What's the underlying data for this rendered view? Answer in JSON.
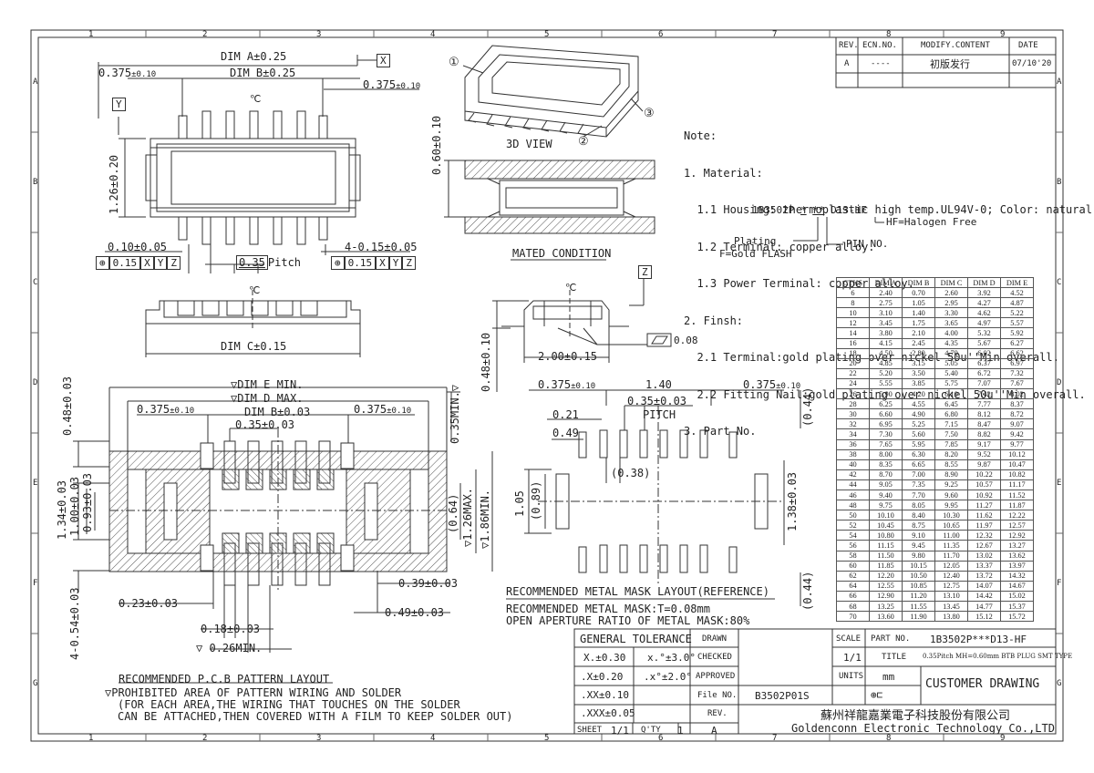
{
  "frame": {
    "cols_top": [
      "1",
      "2",
      "3",
      "4",
      "5",
      "6",
      "7",
      "8",
      "9"
    ],
    "rows_left": [
      "A",
      "B",
      "C",
      "D",
      "E",
      "F",
      "G"
    ]
  },
  "revision": {
    "headers": [
      "REV.",
      "ECN.NO.",
      "MODIFY.CONTENT",
      "DATE"
    ],
    "row": [
      "A",
      "----",
      "初版发行",
      "07/10'20"
    ]
  },
  "top_view": {
    "dim_a": "DIM A±0.25",
    "dim_b": "DIM B±0.25",
    "x_datum": "X",
    "y_datum": "Y",
    "left_offset": "0.375",
    "left_offset_tol": "±0.10",
    "right_offset": "0.375",
    "right_offset_tol": "±0.10",
    "height": "1.26±0.20",
    "cl": "℃",
    "terminal_width": "0.10±0.05",
    "nail_width": "4-0.15±0.05",
    "pitch_val": "0.35",
    "pitch_txt": "Pitch",
    "gdt_left": [
      "⊕",
      "0.15",
      "X",
      "Y",
      "Z"
    ],
    "gdt_right": [
      "⊕",
      "0.15",
      "X",
      "Y",
      "Z"
    ]
  },
  "side_view": {
    "dim_c": "DIM C±0.15",
    "cl": "℃"
  },
  "iso_view": {
    "label": "3D VIEW",
    "callouts": [
      "①",
      "②",
      "③"
    ]
  },
  "mated": {
    "label": "MATED CONDITION",
    "height": "0.60±0.10"
  },
  "end_view": {
    "cl": "℃",
    "z_datum": "Z",
    "width": "2.00±0.15",
    "flatness_val": "0.08",
    "height": "0.48±0.10"
  },
  "notes": [
    "Note:",
    "1. Material:",
    "  1.1 Housing: thermoplastic high temp.UL94V-0; Color: natural.",
    "  1.2 Terminal: copper alloy.",
    "  1.3 Power Terminal: copper alloy.",
    "2. Finsh:",
    "  2.1 Terminal:gold plating over nickel 50u''Min overall.",
    "  2.2 Fitting Nail:gold plating over nickel 50u''Min overall.",
    "3. Part No."
  ],
  "part_no": {
    "prefix": "1B3502P",
    "star1": "*",
    "star2": "**",
    "suffix": "D13-HF",
    "hf": "HF=Halogen Free",
    "pin": "PIN NO.",
    "plating": "Plating",
    "gold": "F=Gold FLASH"
  },
  "dim_table": {
    "headers": [
      "CTKS",
      "DIM A",
      "DIM B",
      "DIM C",
      "DIM D",
      "DIM E"
    ],
    "rows": [
      [
        "6",
        "2.40",
        "0.70",
        "2.60",
        "3.92",
        "4.52"
      ],
      [
        "8",
        "2.75",
        "1.05",
        "2.95",
        "4.27",
        "4.87"
      ],
      [
        "10",
        "3.10",
        "1.40",
        "3.30",
        "4.62",
        "5.22"
      ],
      [
        "12",
        "3.45",
        "1.75",
        "3.65",
        "4.97",
        "5.57"
      ],
      [
        "14",
        "3.80",
        "2.10",
        "4.00",
        "5.32",
        "5.92"
      ],
      [
        "16",
        "4.15",
        "2.45",
        "4.35",
        "5.67",
        "6.27"
      ],
      [
        "18",
        "4.50",
        "2.80",
        "4.70",
        "6.02",
        "6.62"
      ],
      [
        "20",
        "4.85",
        "3.15",
        "5.05",
        "6.37",
        "6.97"
      ],
      [
        "22",
        "5.20",
        "3.50",
        "5.40",
        "6.72",
        "7.32"
      ],
      [
        "24",
        "5.55",
        "3.85",
        "5.75",
        "7.07",
        "7.67"
      ],
      [
        "26",
        "5.90",
        "4.20",
        "6.10",
        "7.42",
        "8.02"
      ],
      [
        "28",
        "6.25",
        "4.55",
        "6.45",
        "7.77",
        "8.37"
      ],
      [
        "30",
        "6.60",
        "4.90",
        "6.80",
        "8.12",
        "8.72"
      ],
      [
        "32",
        "6.95",
        "5.25",
        "7.15",
        "8.47",
        "9.07"
      ],
      [
        "34",
        "7.30",
        "5.60",
        "7.50",
        "8.82",
        "9.42"
      ],
      [
        "36",
        "7.65",
        "5.95",
        "7.85",
        "9.17",
        "9.77"
      ],
      [
        "38",
        "8.00",
        "6.30",
        "8.20",
        "9.52",
        "10.12"
      ],
      [
        "40",
        "8.35",
        "6.65",
        "8.55",
        "9.87",
        "10.47"
      ],
      [
        "42",
        "8.70",
        "7.00",
        "8.90",
        "10.22",
        "10.82"
      ],
      [
        "44",
        "9.05",
        "7.35",
        "9.25",
        "10.57",
        "11.17"
      ],
      [
        "46",
        "9.40",
        "7.70",
        "9.60",
        "10.92",
        "11.52"
      ],
      [
        "48",
        "9.75",
        "8.05",
        "9.95",
        "11.27",
        "11.87"
      ],
      [
        "50",
        "10.10",
        "8.40",
        "10.30",
        "11.62",
        "12.22"
      ],
      [
        "52",
        "10.45",
        "8.75",
        "10.65",
        "11.97",
        "12.57"
      ],
      [
        "54",
        "10.80",
        "9.10",
        "11.00",
        "12.32",
        "12.92"
      ],
      [
        "56",
        "11.15",
        "9.45",
        "11.35",
        "12.67",
        "13.27"
      ],
      [
        "58",
        "11.50",
        "9.80",
        "11.70",
        "13.02",
        "13.62"
      ],
      [
        "60",
        "11.85",
        "10.15",
        "12.05",
        "13.37",
        "13.97"
      ],
      [
        "62",
        "12.20",
        "10.50",
        "12.40",
        "13.72",
        "14.32"
      ],
      [
        "64",
        "12.55",
        "10.85",
        "12.75",
        "14.07",
        "14.67"
      ],
      [
        "66",
        "12.90",
        "11.20",
        "13.10",
        "14.42",
        "15.02"
      ],
      [
        "68",
        "13.25",
        "11.55",
        "13.45",
        "14.77",
        "15.37"
      ],
      [
        "70",
        "13.60",
        "11.90",
        "13.80",
        "15.12",
        "15.72"
      ]
    ]
  },
  "pcb": {
    "dim_e": "DIM E MIN.",
    "dim_d": "DIM D MAX.",
    "dim_b": "DIM B±0.03",
    "left_off": "0.375",
    "left_off_tol": "±0.10",
    "right_off": "0.375",
    "right_off_tol": "±0.10",
    "pitch": "0.35±0.03",
    "v048": "0.48±0.03",
    "v134": "1.34±0.03",
    "v100": "1.00±0.03",
    "v093": "0.93±0.03",
    "v054": "4-0.54±0.03",
    "v035min": "0.35MIN.",
    "v064": "(0.64)",
    "v126max": "1.26MAX.",
    "v186min": "1.86MIN.",
    "h039": "0.39±0.03",
    "h049": "0.49±0.03",
    "h023": "0.23±0.03",
    "h018": "0.18±0.03",
    "h026": "0.26MIN.",
    "title": "RECOMMENDED P.C.B PATTERN LAYOUT",
    "legend_symbol": "▽",
    "legend": [
      "PROHIBITED AREA OF PATTERN WIRING AND SOLDER",
      "(FOR EACH AREA,THE WIRING THAT TOUCHES ON THE SOLDER",
      "CAN BE ATTACHED,THEN COVERED WITH A FILM TO KEEP SOLDER OUT)"
    ]
  },
  "mask": {
    "left_off": "0.375",
    "left_off_tol": "±0.10",
    "right_off": "0.375",
    "right_off_tol": "±0.10",
    "w140": "1.40",
    "pitch": "0.35±0.03",
    "pitch_word": "PITCH",
    "v021": "0.21",
    "v049": "0.49",
    "v038": "(0.38)",
    "v105": "1.05",
    "v089": "(0.89)",
    "v138": "1.38±0.03",
    "v044a": "(0.44)",
    "v044b": "(0.44)",
    "title": "RECOMMENDED METAL MASK LAYOUT(REFERENCE)",
    "line1": "RECOMMENDED METAL MASK:T=0.08mm",
    "line2": "OPEN APERTURE RATIO OF METAL MASK:80%"
  },
  "title_block": {
    "gen_tol": "GENERAL TOLERANCE",
    "drawn": "DRAWN",
    "checked": "CHECKED",
    "approved": "APPROVED",
    "file_no": "File NO.",
    "file_val": "B3502P01S",
    "rev": "REV.",
    "sheet": "SHEET",
    "sheet_val": "1/1",
    "qty": "Q'TY",
    "qty_val": "1",
    "rev_val": "A",
    "tol1": "X.±0.30",
    "tol1b": "x.°±3.0°",
    "tol2": ".X±0.20",
    "tol2b": ".x°±2.0°",
    "tol3": ".XX±0.10",
    "tol4": ".XXX±0.05",
    "scale": "SCALE",
    "part_no_lbl": "PART NO.",
    "part_no_val": "1B3502P***D13-HF",
    "scale_val": "1/1",
    "title_lbl": "TITLE",
    "title_val": "0.35Pitch MH=0.60mm BTB PLUG SMT TYPE",
    "units": "UNITS",
    "units_val": "mm",
    "projection": "⊕⊏",
    "customer": "CUSTOMER DRAWING",
    "company_cn": "蘇州祥龍嘉業電子科技股份有限公司",
    "company_en": "Goldenconn Electronic Technology Co.,LTD"
  }
}
